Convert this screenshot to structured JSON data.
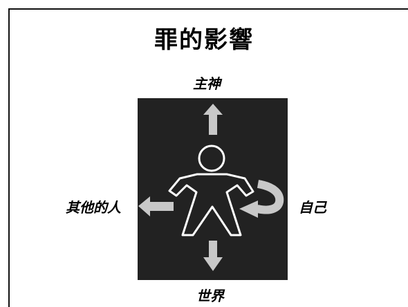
{
  "slide": {
    "title": "罪的影響",
    "labels": {
      "up": "主神",
      "right": "自己",
      "left": "其他的人",
      "down": "世界"
    }
  },
  "colors": {
    "background": "#ffffff",
    "panel": "#222222",
    "figure_outline": "#ffffff",
    "arrows": "#c8c8c8",
    "text": "#000000"
  },
  "icons": [
    "person-outline-icon",
    "arrow-up-icon",
    "arrow-down-icon",
    "arrow-left-icon",
    "curved-arrow-icon"
  ]
}
